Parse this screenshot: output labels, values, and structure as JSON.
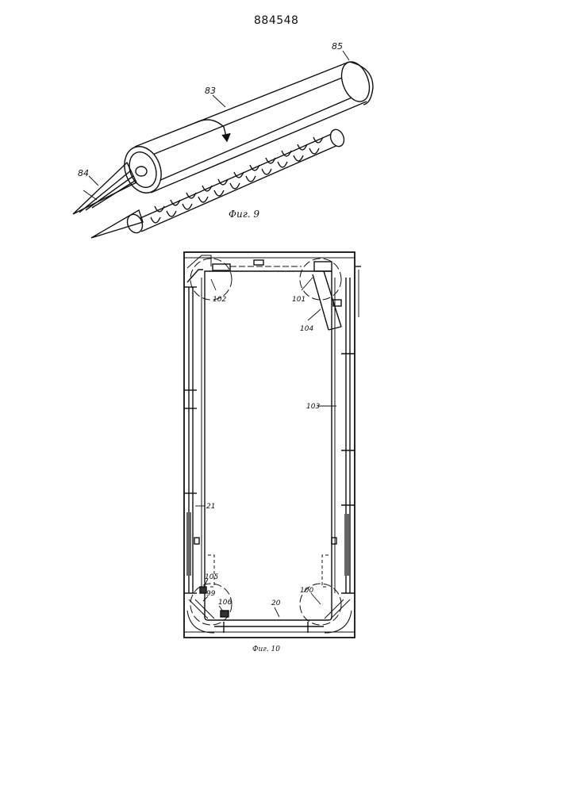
{
  "document": {
    "patent_number": "884548"
  },
  "figure_9": {
    "caption": "Фиг. 9",
    "labels": [
      "83",
      "84",
      "85"
    ]
  },
  "figure_10": {
    "caption": "Фиг. 10",
    "labels": [
      "102",
      "101",
      "104",
      "103",
      "21",
      "105",
      "99",
      "106",
      "20",
      "100"
    ]
  }
}
